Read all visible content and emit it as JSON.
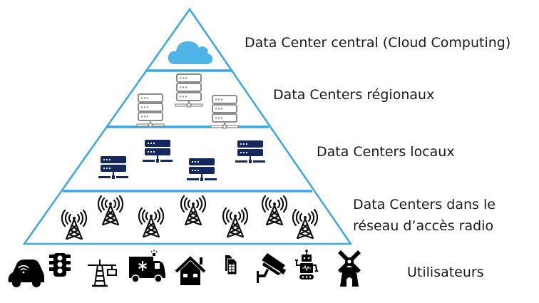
{
  "diagram": {
    "title": "Hiérarchie des Data Centers",
    "colors": {
      "pyramid_stroke": "#3aa8e0",
      "cloud": "#4fb3e6",
      "regional_server": "#8c8c8c",
      "local_server": "#14275e",
      "antenna": "#111111",
      "user_icon": "#000000"
    },
    "levels": [
      {
        "id": "central",
        "label": "Data Center central (Cloud Computing)",
        "icon": "cloud-icon",
        "count": 1
      },
      {
        "id": "regional",
        "label": "Data Centers régionaux",
        "icon": "server-outline-icon",
        "count": 3
      },
      {
        "id": "local",
        "label": "Data Centers locaux",
        "icon": "server-solid-icon",
        "count": 4
      },
      {
        "id": "ran",
        "label_lines": [
          "Data Centers dans le",
          "réseau d’accès radio"
        ],
        "icon": "cell-tower-icon",
        "count": 7
      }
    ],
    "users": {
      "label": "Utilisateurs",
      "icons": [
        "connected-car-icon",
        "traffic-light-icon",
        "crane-icon",
        "ambulance-icon",
        "house-icon",
        "sim-card-icon",
        "security-camera-icon",
        "robot-icon",
        "windmill-icon"
      ]
    }
  }
}
